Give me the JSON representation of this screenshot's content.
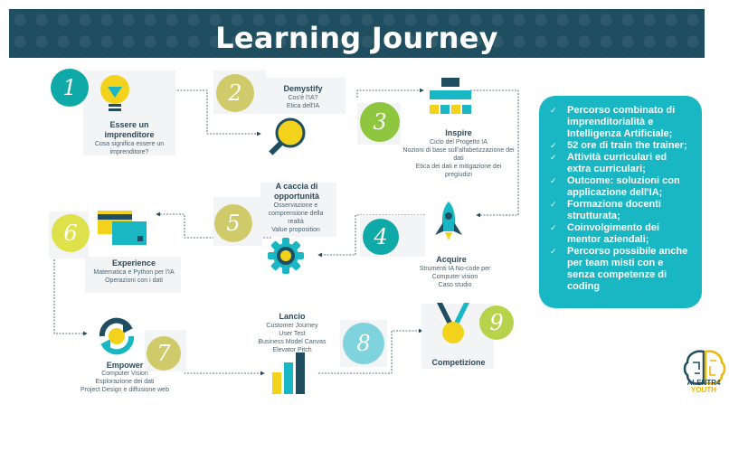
{
  "header": {
    "title": "Learning Journey"
  },
  "steps": [
    {
      "number": "1",
      "title": "Essere un imprenditore",
      "desc": "Cosa significa essere un imprenditore?",
      "icon": "lightbulb-icon",
      "color": "#0fa9a8"
    },
    {
      "number": "2",
      "title": "Demystify",
      "desc": "Cos'è l'IA?\nEtica dell'IA",
      "icon": "magnifier-icon",
      "color": "#cfcb6a"
    },
    {
      "number": "3",
      "title": "Inspire",
      "desc": "Ciclo del Progetto IA\nNozioni di base sull'alfabetizzazione dei dati\nEtica dei dati e mitigazione dei pregiudizi",
      "icon": "hierarchy-icon",
      "color": "#8fc63f"
    },
    {
      "number": "4",
      "title": "Acquire",
      "desc": "Strumenti IA No-code per Computer vision\nCaso studio",
      "icon": "rocket-icon",
      "color": "#0fa9a8"
    },
    {
      "number": "5",
      "title": "A caccia di opportunità",
      "desc": "Osservazione e comprensione della realtà\nValue proposition",
      "icon": "gear-icon",
      "color": "#cfcb6a"
    },
    {
      "number": "6",
      "title": "Experience",
      "desc": "Matematica e Python per l'IA\nOperazioni con i dati",
      "icon": "cards-icon",
      "color": "#dfe14a"
    },
    {
      "number": "7",
      "title": "Empower",
      "desc": "Computer Vision\nEsplorazione dei dati\nProject Design e diffusione web",
      "icon": "refresh-icon",
      "color": "#cfcb6a"
    },
    {
      "number": "8",
      "title": "Lancio",
      "desc": "Customer Journey\nUser Test\nBusiness Model Canvas\nElevator Pitch",
      "icon": "bar-chart-icon",
      "color": "#7fd3dc"
    },
    {
      "number": "9",
      "title": "Competizione",
      "desc": "",
      "icon": "medal-icon",
      "color": "#b7d34b"
    }
  ],
  "info_box": {
    "items": [
      "Percorso combinato di imprenditorialità e Intelligenza Artificiale;",
      "52 ore di train the trainer;",
      "Attività curriculari ed extra curriculari;",
      "Outcome: soluzioni con applicazione dell'IA;",
      "Formazione docenti strutturata;",
      "Coinvolgimento dei mentor aziendali;",
      "Percorso possibile anche per team misti con e senza competenze di coding"
    ]
  },
  "logo": {
    "line1": "AI-ENTR4",
    "line2": "YOUTH",
    "icon": "brain-icon"
  },
  "colors": {
    "banner": "#1f4e61",
    "teal": "#19b6c3",
    "yellow": "#f2d21b",
    "dark": "#2c4a5a"
  }
}
